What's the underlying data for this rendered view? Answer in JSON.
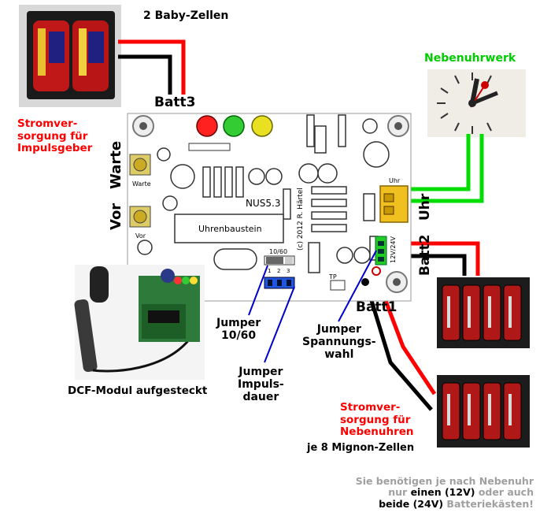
{
  "labels": {
    "baby": "2 Baby-Zellen",
    "batt3": "Batt3",
    "strom_impuls": [
      "Stromver-",
      "sorgung für",
      "Impulsgeber"
    ],
    "warte": "Warte",
    "vor": "Vor",
    "nebenuhrwerk": "Nebenuhrwerk",
    "uhr": "Uhr",
    "batt2": "Batt2",
    "batt1": "Batt1",
    "jumper1060": [
      "Jumper",
      "10/60"
    ],
    "jumper_span": [
      "Jumper",
      "Spannungs-",
      "wahl"
    ],
    "jumper_impuls": [
      "Jumper",
      "Impuls-",
      "dauer"
    ],
    "dcf": "DCF-Modul aufgesteckt",
    "strom_neben": [
      "Stromver-",
      "sorgung für",
      "Nebenuhren"
    ],
    "mignon": "je 8 Mignon-Zellen",
    "footer": {
      "line1": "Sie benötigen je nach Nebenuhr",
      "line2_a": "nur ",
      "line2_b": "einen (12V)",
      "line2_c": " oder auch",
      "line3_a": "beide (24V)",
      "line3_b": " Batteriekästen!"
    }
  },
  "pcb": {
    "nus": "NUS5.3",
    "uhrenbaustein": "Uhrenbaustein",
    "copyright": "(c) 2012 R. Härtel",
    "warte_small": "Warte",
    "vor_small": "Vor",
    "j1060": "10/60",
    "uhr_small": "Uhr",
    "v12_24": "12V/24V",
    "tp": "TP",
    "nums": [
      "1",
      "2",
      "3"
    ]
  },
  "colors": {
    "red": "#ff0000",
    "green": "#00dd00",
    "blue": "#0000cc",
    "jumper_blue": "#2255dd",
    "jumper_green": "#22cc22",
    "pcb": "#ffffff"
  }
}
